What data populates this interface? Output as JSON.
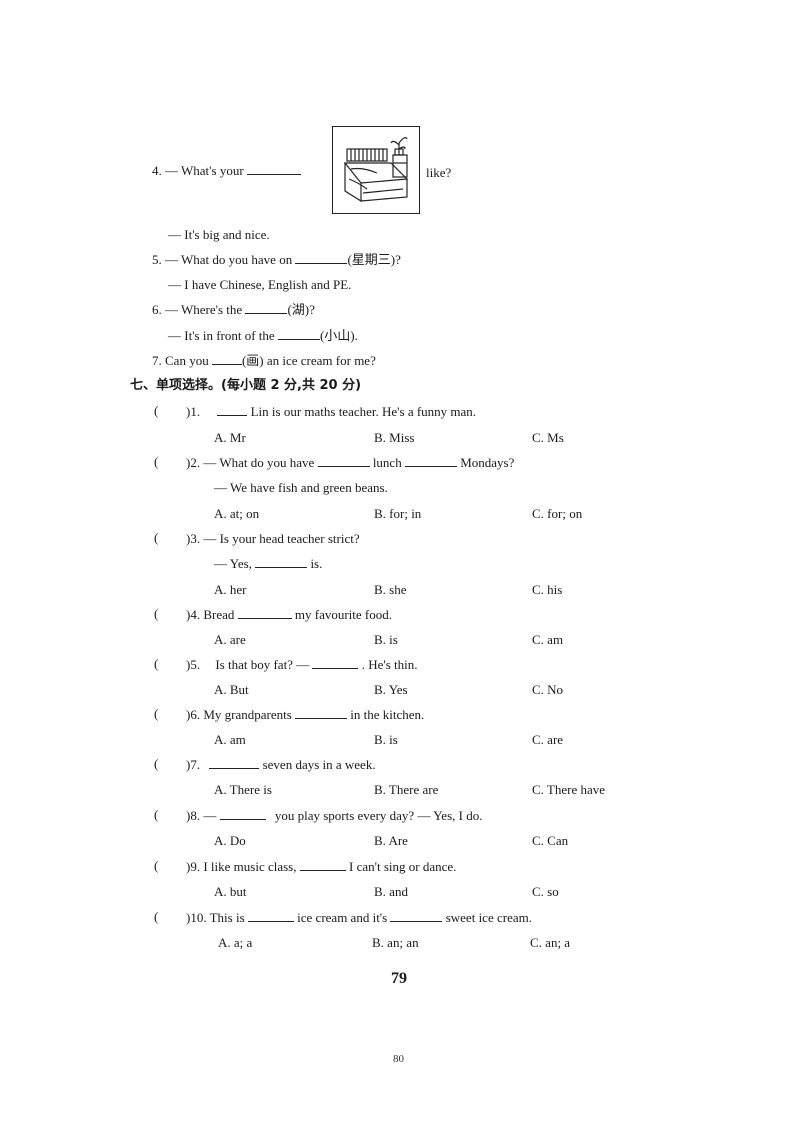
{
  "section6_tail": {
    "q4": {
      "num": "4.",
      "before": "— What's your",
      "after": "like?",
      "answer": "— It's big and nice."
    },
    "q5": {
      "num": "5.",
      "before": "— What do you have on",
      "hint": "(星期三)?",
      "answer": "— I have Chinese, English and PE."
    },
    "q6": {
      "num": "6.",
      "before": "— Where's the",
      "hint": "(湖)?",
      "answer_before": "— It's in front of the",
      "answer_hint": "(小山)."
    },
    "q7": {
      "num": "7.",
      "before": "Can you",
      "hint": "(画) an ice cream for me?"
    }
  },
  "section7": {
    "heading": "七、单项选择。(每小题 2 分,共 20 分)",
    "paren_open": "(",
    "items": [
      {
        "num": ")1.",
        "text": "Lin is our maths teacher. He's a funny man.",
        "a": "A. Mr",
        "b": "B. Miss",
        "c": "C. Ms"
      },
      {
        "num": ")2.",
        "t1": "— What do you have",
        "t2": "lunch",
        "t3": "Mondays?",
        "line2": "— We have fish and green beans.",
        "a": "A. at; on",
        "b": "B. for; in",
        "c": "C. for; on"
      },
      {
        "num": ")3.",
        "text": "— Is your head teacher strict?",
        "line2a": "— Yes,",
        "line2b": "is.",
        "a": "A. her",
        "b": "B. she",
        "c": "C. his"
      },
      {
        "num": ")4.",
        "t1": "Bread",
        "t2": "my favourite food.",
        "a": "A. are",
        "b": "B. is",
        "c": "C. am"
      },
      {
        "num": ")5.",
        "t1": "Is that boy fat?  —",
        "t2": ". He's thin.",
        "a": "A. But",
        "b": "B. Yes",
        "c": "C. No"
      },
      {
        "num": ")6.",
        "t1": "My grandparents",
        "t2": "in the kitchen.",
        "a": "A. am",
        "b": "B. is",
        "c": "C. are"
      },
      {
        "num": ")7.",
        "t2": "seven days in a week.",
        "a": "A. There is",
        "b": "B. There are",
        "c": "C. There have"
      },
      {
        "num": ")8.",
        "t1": "—",
        "t2": "you play sports every day?  — Yes, I do.",
        "a": "A. Do",
        "b": "B. Are",
        "c": "C. Can"
      },
      {
        "num": ")9.",
        "t1": "I like music class,",
        "t2": "I can't sing or dance.",
        "a": "A. but",
        "b": "B. and",
        "c": "C. so"
      },
      {
        "num": ")10.",
        "t1": "This is",
        "t2": "ice cream and it's",
        "t3": "sweet ice cream.",
        "a": "A. a; a",
        "b": "B. an; an",
        "c": "C. an; a"
      }
    ]
  },
  "page_number": "79",
  "footer_number": "80"
}
